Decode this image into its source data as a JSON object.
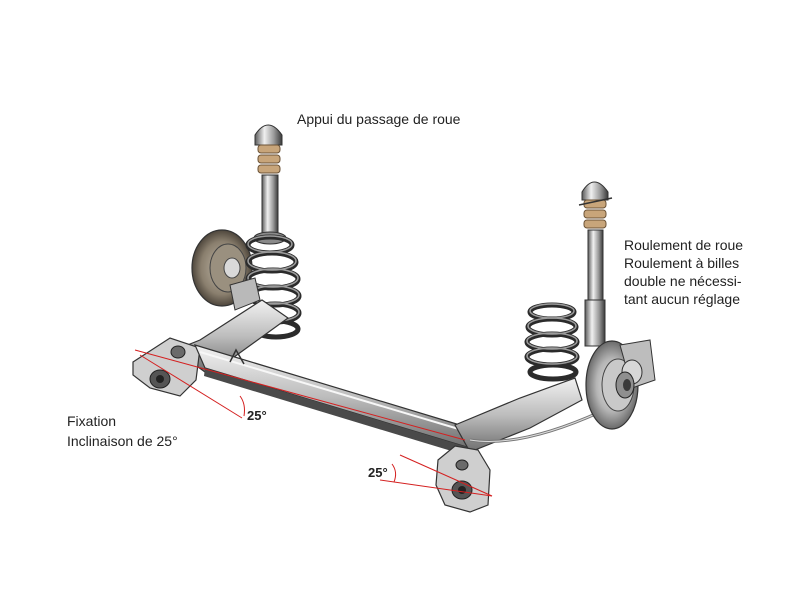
{
  "labels": {
    "wheel_arch_support": "Appui du passage de roue",
    "wheel_bearing": {
      "line1": "Roulement de roue",
      "line2": "Roulement à billes",
      "line3": "double ne nécessi-",
      "line4": "tant aucun réglage"
    },
    "mounting": {
      "line1": "Fixation",
      "line2": "Inclinaison de 25°"
    },
    "angle_left": "25°",
    "angle_right": "25°"
  },
  "colors": {
    "metal_light": "#d9d9d9",
    "metal_mid": "#a8a8a8",
    "metal_dark": "#4a4a4a",
    "spring": "#2b2b2b",
    "rubber": "#c8a57a",
    "red_line": "#d42020"
  }
}
